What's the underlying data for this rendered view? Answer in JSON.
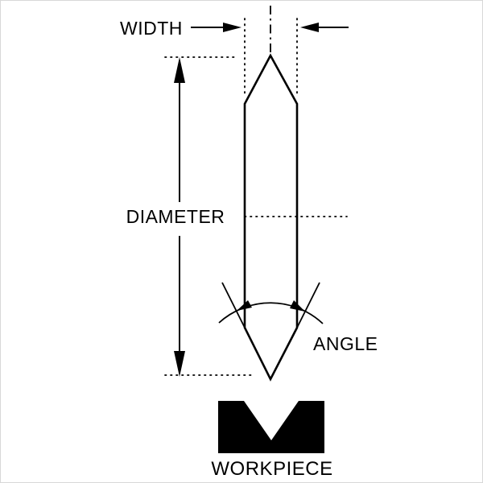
{
  "colors": {
    "background": "#ffffff",
    "line": "#000000",
    "workpiece_fill": "#000000"
  },
  "labels": {
    "width": "WIDTH",
    "diameter": "DIAMETER",
    "angle": "ANGLE",
    "workpiece": "WORKPIECE"
  },
  "shapes": [
    "grinding-wheel-outline",
    "vertical-centerline",
    "width-dimension-arrows",
    "diameter-dimension-line",
    "angle-dimension-arc",
    "workpiece-notched-block"
  ]
}
